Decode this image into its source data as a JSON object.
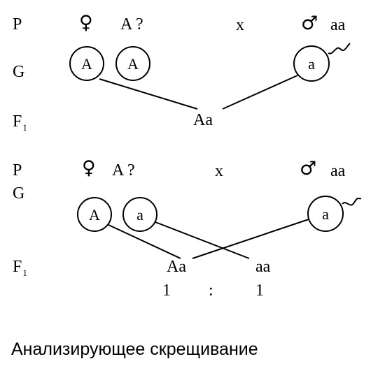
{
  "labels": {
    "P": "P",
    "G": "G",
    "F": "F",
    "F_sub": "1"
  },
  "symbols": {
    "female": "♀",
    "male": "♂"
  },
  "cross1": {
    "female_genotype": "A ?",
    "cross_sign": "x",
    "male_genotype": "aa",
    "female_gametes": [
      "A",
      "A"
    ],
    "male_gamete": "a",
    "offspring": "Aa"
  },
  "cross2": {
    "female_genotype": "A ?",
    "cross_sign": "x",
    "male_genotype": "aa",
    "female_gametes": [
      "A",
      "a"
    ],
    "male_gamete": "a",
    "offspring": [
      "Aa",
      "aa"
    ],
    "ratio": [
      "1",
      ":",
      "1"
    ]
  },
  "caption": "Анализирующее скрещивание",
  "icons": {
    "female": "female-symbol-icon",
    "male": "male-symbol-icon",
    "sperm": "sperm-tail-icon"
  },
  "colors": {
    "ink": "#000000",
    "background": "#ffffff"
  }
}
